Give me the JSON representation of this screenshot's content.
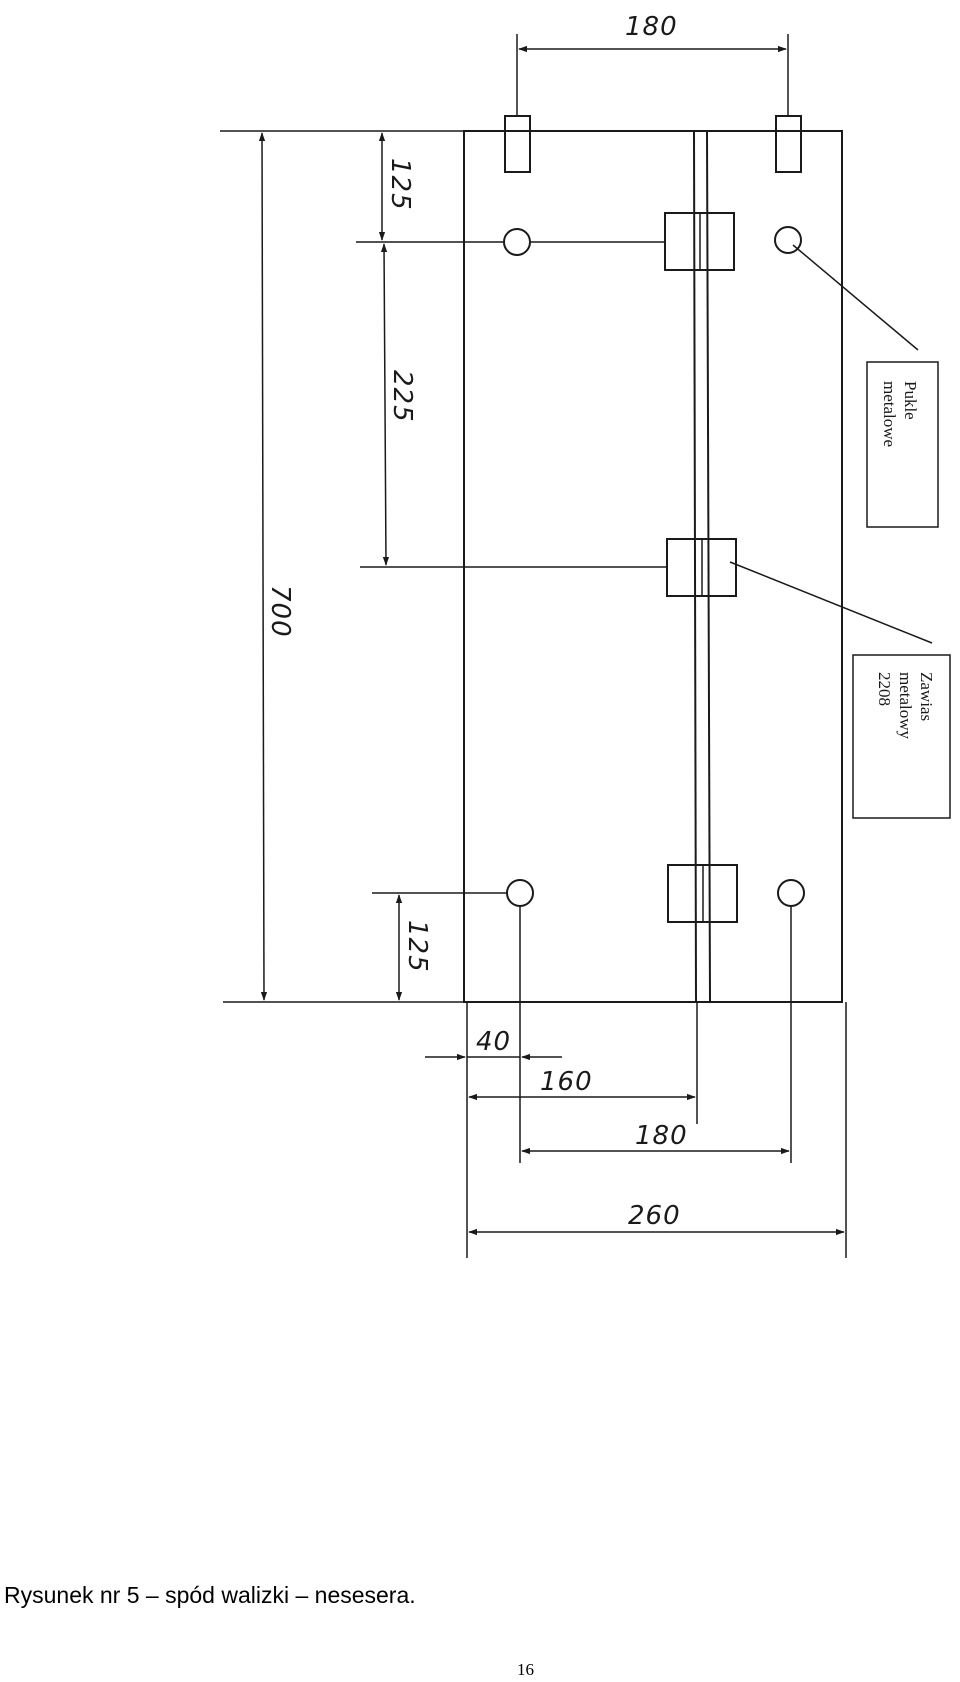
{
  "drawing": {
    "dimensions": {
      "top_width": "180",
      "top_offset": "125",
      "middle_span": "225",
      "overall_height": "700",
      "bottom_offset": "125",
      "edge_offset": "40",
      "hinge_offset": "160",
      "bottom_spacing": "180",
      "overall_width": "260"
    },
    "labels": {
      "studs": [
        "Pukle",
        "metalowe"
      ],
      "hinge": [
        "Zawias",
        "metalowy",
        "2208"
      ]
    }
  },
  "caption": "Rysunek nr 5 – spód walizki – nesesera.",
  "page_number": "16"
}
